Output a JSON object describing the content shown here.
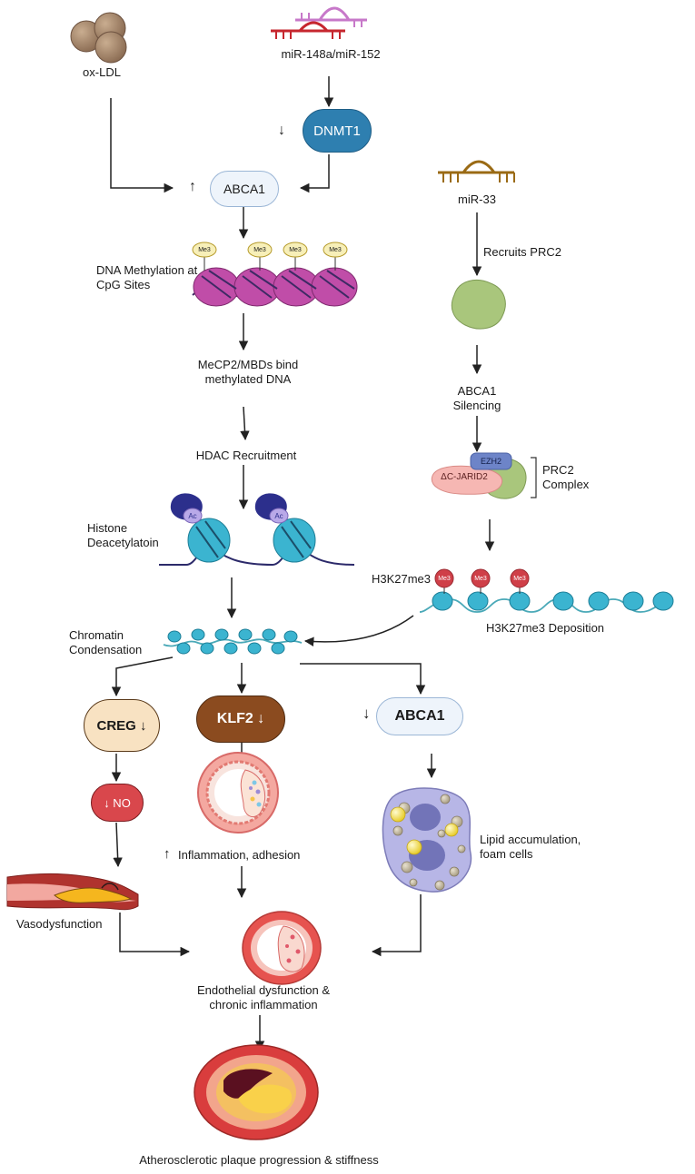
{
  "labels": {
    "ox_ldl": "ox-LDL",
    "mir148": "miR-148a/miR-152",
    "dnmt1_arrow": "↓",
    "dnmt1": "DNMT1",
    "abca1_up_arrow": "↑",
    "abca1_top": "ABCA1",
    "mir33": "miR-33",
    "recruits_prc2": "Recruits PRC2",
    "me3": "Me3",
    "dna_methylation": "DNA Methylation at\nCpG Sites",
    "abca1_silencing": "ABCA1\nSilencing",
    "mecp2": "MeCP2/MBDs bind\nmethylated DNA",
    "ezh2": "EZH2",
    "jarid2": "ΔC-JARID2",
    "prc2_complex": "PRC2\nComplex",
    "hdac": "HDAC Recruitment",
    "ac": "Ac",
    "histone_deacetylation": "Histone\nDeacetylatoin",
    "h3k27me3": "H3K27me3",
    "h3k27me3_deposition": "H3K27me3 Deposition",
    "chromatin_condensation": "Chromatin\nCondensation",
    "creg": "CREG ↓",
    "klf2": "KLF2 ↓",
    "abca1_down_arrow": "↓",
    "abca1_bottom": "ABCA1",
    "no": "↓ NO",
    "inflammation_arrow": "↑",
    "inflammation": "Inflammation, adhesion",
    "lipid": "Lipid accumulation,\nfoam cells",
    "vasodysfunction": "Vasodysfunction",
    "endothelial": "Endothelial dysfunction &\nchronic inflammation",
    "atherosclerotic": "Atherosclerotic plaque progression & stiffness"
  },
  "colors": {
    "dnmt1_fill": "#2e7fb0",
    "abca1_fill": "#eef4fb",
    "abca1_stroke": "#9bb6d6",
    "creg_fill": "#f8e2c2",
    "klf2_fill": "#8b4b1f",
    "no_fill": "#d9474c",
    "mir148_upper": "#c778c9",
    "mir148_lower": "#c6262e",
    "mir33": "#9a6a14",
    "nucleosome_pink": "#c04da8",
    "nucleosome_cyan": "#3bb4d0",
    "me3_red": "#cf3f48",
    "ezh2_fill": "#6d84c8",
    "jarid2_fill": "#f6b7b3",
    "prc2_green": "#a9c67c"
  }
}
